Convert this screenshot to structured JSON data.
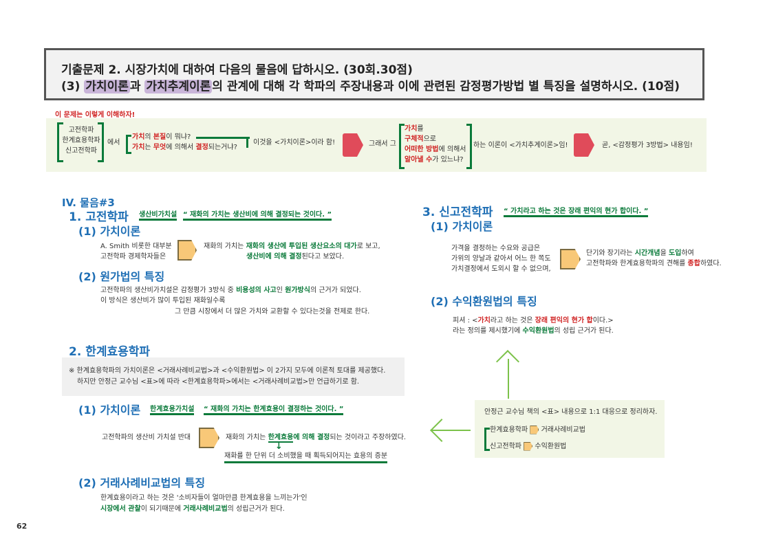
{
  "header": {
    "line1": "기출문제 2. 시장가치에 대하여 다음의 물음에 답하시오. (30회.30점)",
    "line2_prefix": "(3) ",
    "line2_hl1": "가치이론",
    "line2_mid": "과 ",
    "line2_hl2": "가치추계이론",
    "line2_suffix": "의 관계에 대해 각 학파의 주장내용과 이에 관련된 감정평가방법 별 특징을 설명하시오. (10점)"
  },
  "understand": {
    "title": "이 문제는 이렇게 이해하자!",
    "schools": [
      "고전학파",
      "한계효용학파",
      "신고전학파"
    ],
    "eseo": "에서",
    "q1_a": "가치",
    "q1_b": "의 ",
    "q1_c": "본질",
    "q1_d": "이 뭐냐?",
    "q2_a": "가치",
    "q2_b": "는 ",
    "q2_c": "무엇",
    "q2_d": "에 의해서 ",
    "q2_e": "결정",
    "q2_f": "되는거냐?",
    "called1": "이것을 <가치이론>이라 함!",
    "then": "그래서 그",
    "v1": "가치",
    "v1b": "를",
    "v2": "구체적",
    "v2b": "으로",
    "v3": "어떠한 방법",
    "v3b": "에 의해서",
    "v4": "알아낼 수",
    "v4b": "가 있느냐?",
    "called2": "하는 이론이 <가치추계이론>임!",
    "final": "곧, <감정평가 3방법> 내용임!"
  },
  "left": {
    "q_title": "IV. 물음#3",
    "s1_title": "1. 고전학파",
    "s1_tag": "생산비가치설",
    "s1_quote": "“ 재화의 가치는 생산비에 의해 결정되는 것이다. ”",
    "s1_1": "(1) 가치이론",
    "s1_1_left1": "A. Smith 비롯한 대부분",
    "s1_1_left2": "고전학파 경제학자들은",
    "s1_1_r1a": "재화의 가치는 ",
    "s1_1_r1b": "재화의 생산에 투입된 생산요소의 대가",
    "s1_1_r1c": "로 보고,",
    "s1_1_r2a": "생산비에 의해 결정",
    "s1_1_r2b": "된다고 보았다.",
    "s1_2": "(2) 원가법의 특징",
    "s1_2_l1a": "고전학파의 생산비가치설은 감정평가 3방식 중 ",
    "s1_2_l1b": "비용성의 사고",
    "s1_2_l1c": "인 ",
    "s1_2_l1d": "원가방식",
    "s1_2_l1e": "의 근거가 되었다.",
    "s1_2_l2": "이 방식은 생산비가 많이 투입된 재화일수록",
    "s1_2_l3": "그 만큼 시장에서 더 많은 가치와 교환할 수 있다는것을 전제로 한다.",
    "s2_title": "2. 한계효용학파",
    "s2_note1": "※ 한계효용학파의 가치이론은 <거래사례비교법>과 <수익환원법> 이 2가지 모두에 이론적 토대를 제공했다.",
    "s2_note2": "하지만 안정근 교수님 <표>에 따라 <한계효용학파>에서는 <거래사례비교법>만 언급하기로 함.",
    "s2_1": "(1) 가치이론",
    "s2_tag": "한계효용가치설",
    "s2_quote": "“ 재화의 가치는 한계효용이 결정하는 것이다. ”",
    "s2_1_left": "고전학파의 생산비 가치설 반대",
    "s2_1_r1a": "재화의 가치는 ",
    "s2_1_r1b": "한계효용",
    "s2_1_r1c": "에 의해 결정",
    "s2_1_r1d": "되는 것이라고 주장하였다.",
    "s2_1_r2": "재화를 한 단위 더 소비했을 때 획득되어지는 효용의 증분",
    "s2_2": "(2) 거래사례비교법의 특징",
    "s2_2_l1": "한계효용이라고 하는 것은 '소비자들이 얼마만큼 한계효용을 느끼는가'인",
    "s2_2_l2a": "시장에서 관찰",
    "s2_2_l2b": "이 되기때문에 ",
    "s2_2_l2c": "거래사례비교법",
    "s2_2_l2d": "의 성립근거가 된다."
  },
  "right": {
    "s3_title": "3. 신고전학파",
    "s3_quote": "“ 가치라고 하는 것은 장래 편익의 현가 합이다. ”",
    "s3_1": "(1) 가치이론",
    "s3_1_left1": "가격을 결정하는 수요와 공급은",
    "s3_1_left2": "가위의 양날과 같아서 어느 한 쪽도",
    "s3_1_left3": "가치결정에서 도외시 할 수 없으며,",
    "s3_1_r1a": "단기와 장기라는 ",
    "s3_1_r1b": "시간개념",
    "s3_1_r1c": "을 ",
    "s3_1_r1d": "도입",
    "s3_1_r1e": "하여",
    "s3_1_r2a": "고전학파와 한계효용학파의 견해를 ",
    "s3_1_r2b": "종합",
    "s3_1_r2c": "하였다.",
    "s3_2": "(2) 수익환원법의 특징",
    "s3_2_l1a": "피셔 : <",
    "s3_2_l1b": "가치",
    "s3_2_l1c": "라고 하는 것은 ",
    "s3_2_l1d": "장래 편익의 현가 합",
    "s3_2_l1e": "이다.>",
    "s3_2_l2a": "라는 정의를 제시했기에 ",
    "s3_2_l2b": "수익환원법",
    "s3_2_l2c": "의 성립 근거가 된다.",
    "box_title": "안정근 교수님 책의 <표> 내용으로 1:1 대응으로 정리하자.",
    "box_r1a": "한계효용학파",
    "box_r1b": "거래사례비교법",
    "box_r2a": "신고전학파",
    "box_r2b": "수익환원법"
  },
  "page_number": "62",
  "colors": {
    "green": "#0a7a3a",
    "red": "#d02424",
    "blue": "#1f6fb5",
    "arrow": "#7cc24a",
    "highlight": "#c9b5d9"
  }
}
